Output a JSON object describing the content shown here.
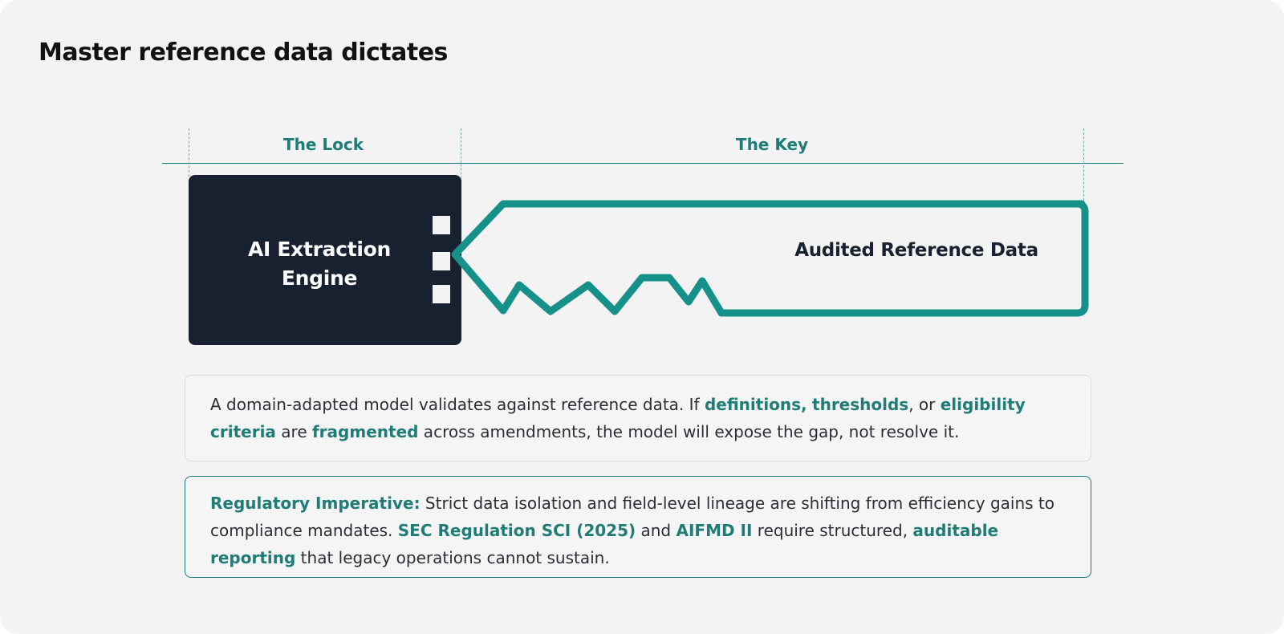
{
  "page": {
    "title": "Master reference data dictates"
  },
  "diagram": {
    "lock_label": "The Lock",
    "key_label": "The Key",
    "lock_title_line1": "AI Extraction",
    "lock_title_line2": "Engine",
    "key_title": "Audited Reference Data",
    "colors": {
      "accent": "#1f7c76",
      "key_stroke": "#16918a",
      "lock_fill": "#172130",
      "background": "#f3f3f3"
    }
  },
  "notes": {
    "first": {
      "t1": "A domain-adapted model validates against reference data. If ",
      "h1": "definitions,",
      "t2": " ",
      "h2": "thresholds",
      "t3": ", or ",
      "h3": "eligibility criteria",
      "t4": " are ",
      "h4": "fragmented",
      "t5": " across amendments, the model will expose the gap, not resolve it."
    },
    "second": {
      "h1": "Regulatory Imperative:",
      "t1": " Strict data isolation and field-level lineage are shifting from efficiency gains to compliance mandates. ",
      "h2": "SEC Regulation SCI (2025)",
      "t2": " and ",
      "h3": "AIFMD II",
      "t3": " require structured, ",
      "h4": "auditable reporting",
      "t4": " that legacy operations cannot sustain."
    }
  }
}
